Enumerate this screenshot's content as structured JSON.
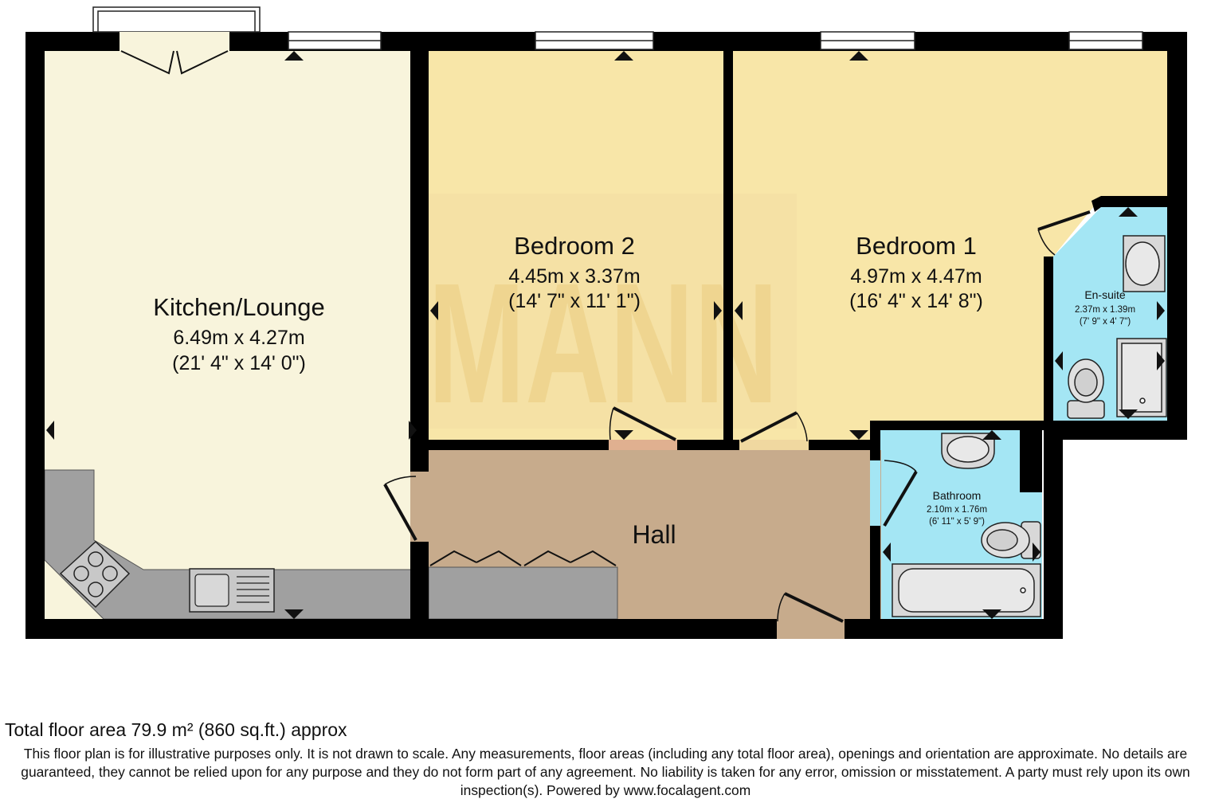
{
  "rooms": {
    "kitchen_lounge": {
      "name": "Kitchen/Lounge",
      "metric": "6.49m x 4.27m",
      "imperial": "(21' 4\" x 14' 0\")"
    },
    "bedroom2": {
      "name": "Bedroom 2",
      "metric": "4.45m x 3.37m",
      "imperial": "(14' 7\" x 11' 1\")"
    },
    "bedroom1": {
      "name": "Bedroom 1",
      "metric": "4.97m x 4.47m",
      "imperial": "(16' 4\" x 14' 8\")"
    },
    "ensuite": {
      "name": "En-suite",
      "metric": "2.37m x 1.39m",
      "imperial": "(7' 9\" x 4' 7\")"
    },
    "bathroom": {
      "name": "Bathroom",
      "metric": "2.10m x 1.76m",
      "imperial": "(6' 11\" x 5' 9\")"
    },
    "hall": {
      "name": "Hall"
    }
  },
  "watermark": {
    "text": "MANN"
  },
  "footer": {
    "total_area": "Total floor area 79.9 m² (860 sq.ft.) approx",
    "disclaimer": "This floor plan is for illustrative purposes only. It is not drawn to scale. Any measurements, floor areas (including any total floor area), openings and orientation are approximate. No details are guaranteed, they cannot be relied upon for any purpose and they do not form part of any agreement. No liability is taken for any error, omission or misstatement. A party must rely upon its own inspection(s). Powered by www.focalagent.com"
  },
  "colors": {
    "wall": "#000000",
    "kitchen_lounge_fill": "#f8f4dc",
    "bedroom_fill": "#f8e6a8",
    "wet_room_fill": "#a4e6f4",
    "hall_fill": "#c7ab8c",
    "worktop_fill": "#a0a0a0",
    "watermark": "#e8c878"
  }
}
